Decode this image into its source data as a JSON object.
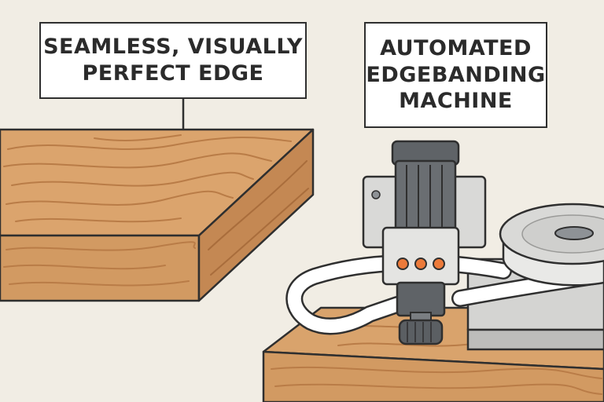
{
  "labels": {
    "edge": {
      "line1": "SEAMLESS, VISUALLY",
      "line2": "PERFECT EDGE"
    },
    "machine": {
      "line1": "AUTOMATED",
      "line2": "EDGEBANDING",
      "line3": "MACHINE"
    }
  },
  "colors": {
    "background": "#f1ede4",
    "wood": "#d8a06a",
    "wood_dark": "#c58a55",
    "wood_grain": "#b97c47",
    "edge_band": "#ffffff",
    "machine_dark": "#5b5f63",
    "machine_mid": "#8e9296",
    "machine_light": "#d6d6d4",
    "indicator": "#ec7a3a",
    "outline": "#2f2f2f"
  }
}
